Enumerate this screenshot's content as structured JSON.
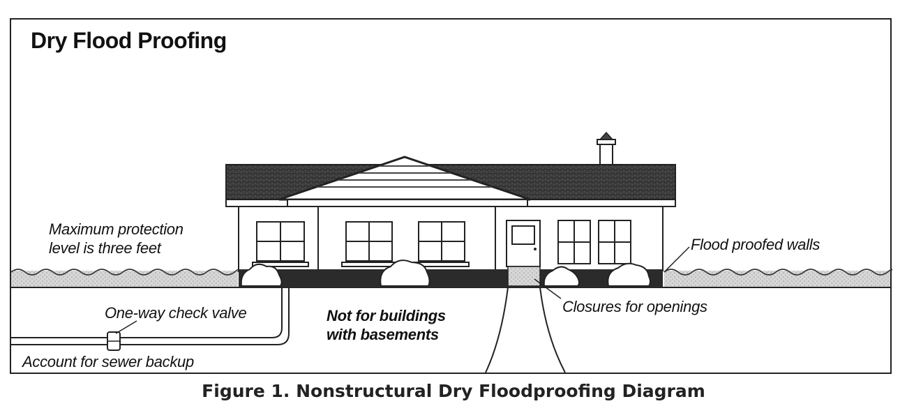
{
  "title": "Dry Flood Proofing",
  "labels": {
    "max_protection_line1": "Maximum protection",
    "max_protection_line2": "level is three feet",
    "flood_walls": "Flood proofed walls",
    "check_valve": "One-way check valve",
    "sewer_backup": "Account for sewer backup",
    "no_basements_line1": "Not for buildings",
    "no_basements_line2": "with basements",
    "closures": "Closures for openings"
  },
  "caption": "Figure 1.  Nonstructural Dry Floodproofing Diagram"
}
